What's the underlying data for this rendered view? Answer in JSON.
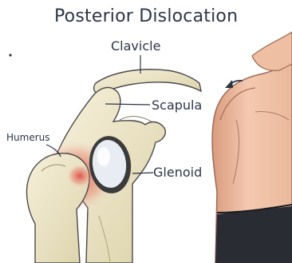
{
  "title": "Posterior Dislocation",
  "labels": {
    "clavicle": "Clavicle",
    "scapula": "Scapula",
    "humerus": "Humerus",
    "glenoid": "Glenoid"
  },
  "colors": {
    "text": "#2c3548",
    "bone_light": "#f1ead0",
    "bone_shade": "#d9cfa6",
    "outline": "#4a4a4a",
    "glenoid_face": "#e9edf3",
    "skin": "#f3c4aa",
    "skin_shadow": "#d89a7f",
    "inflammation": "#e03a3a",
    "shorts": "#2a2c33"
  }
}
